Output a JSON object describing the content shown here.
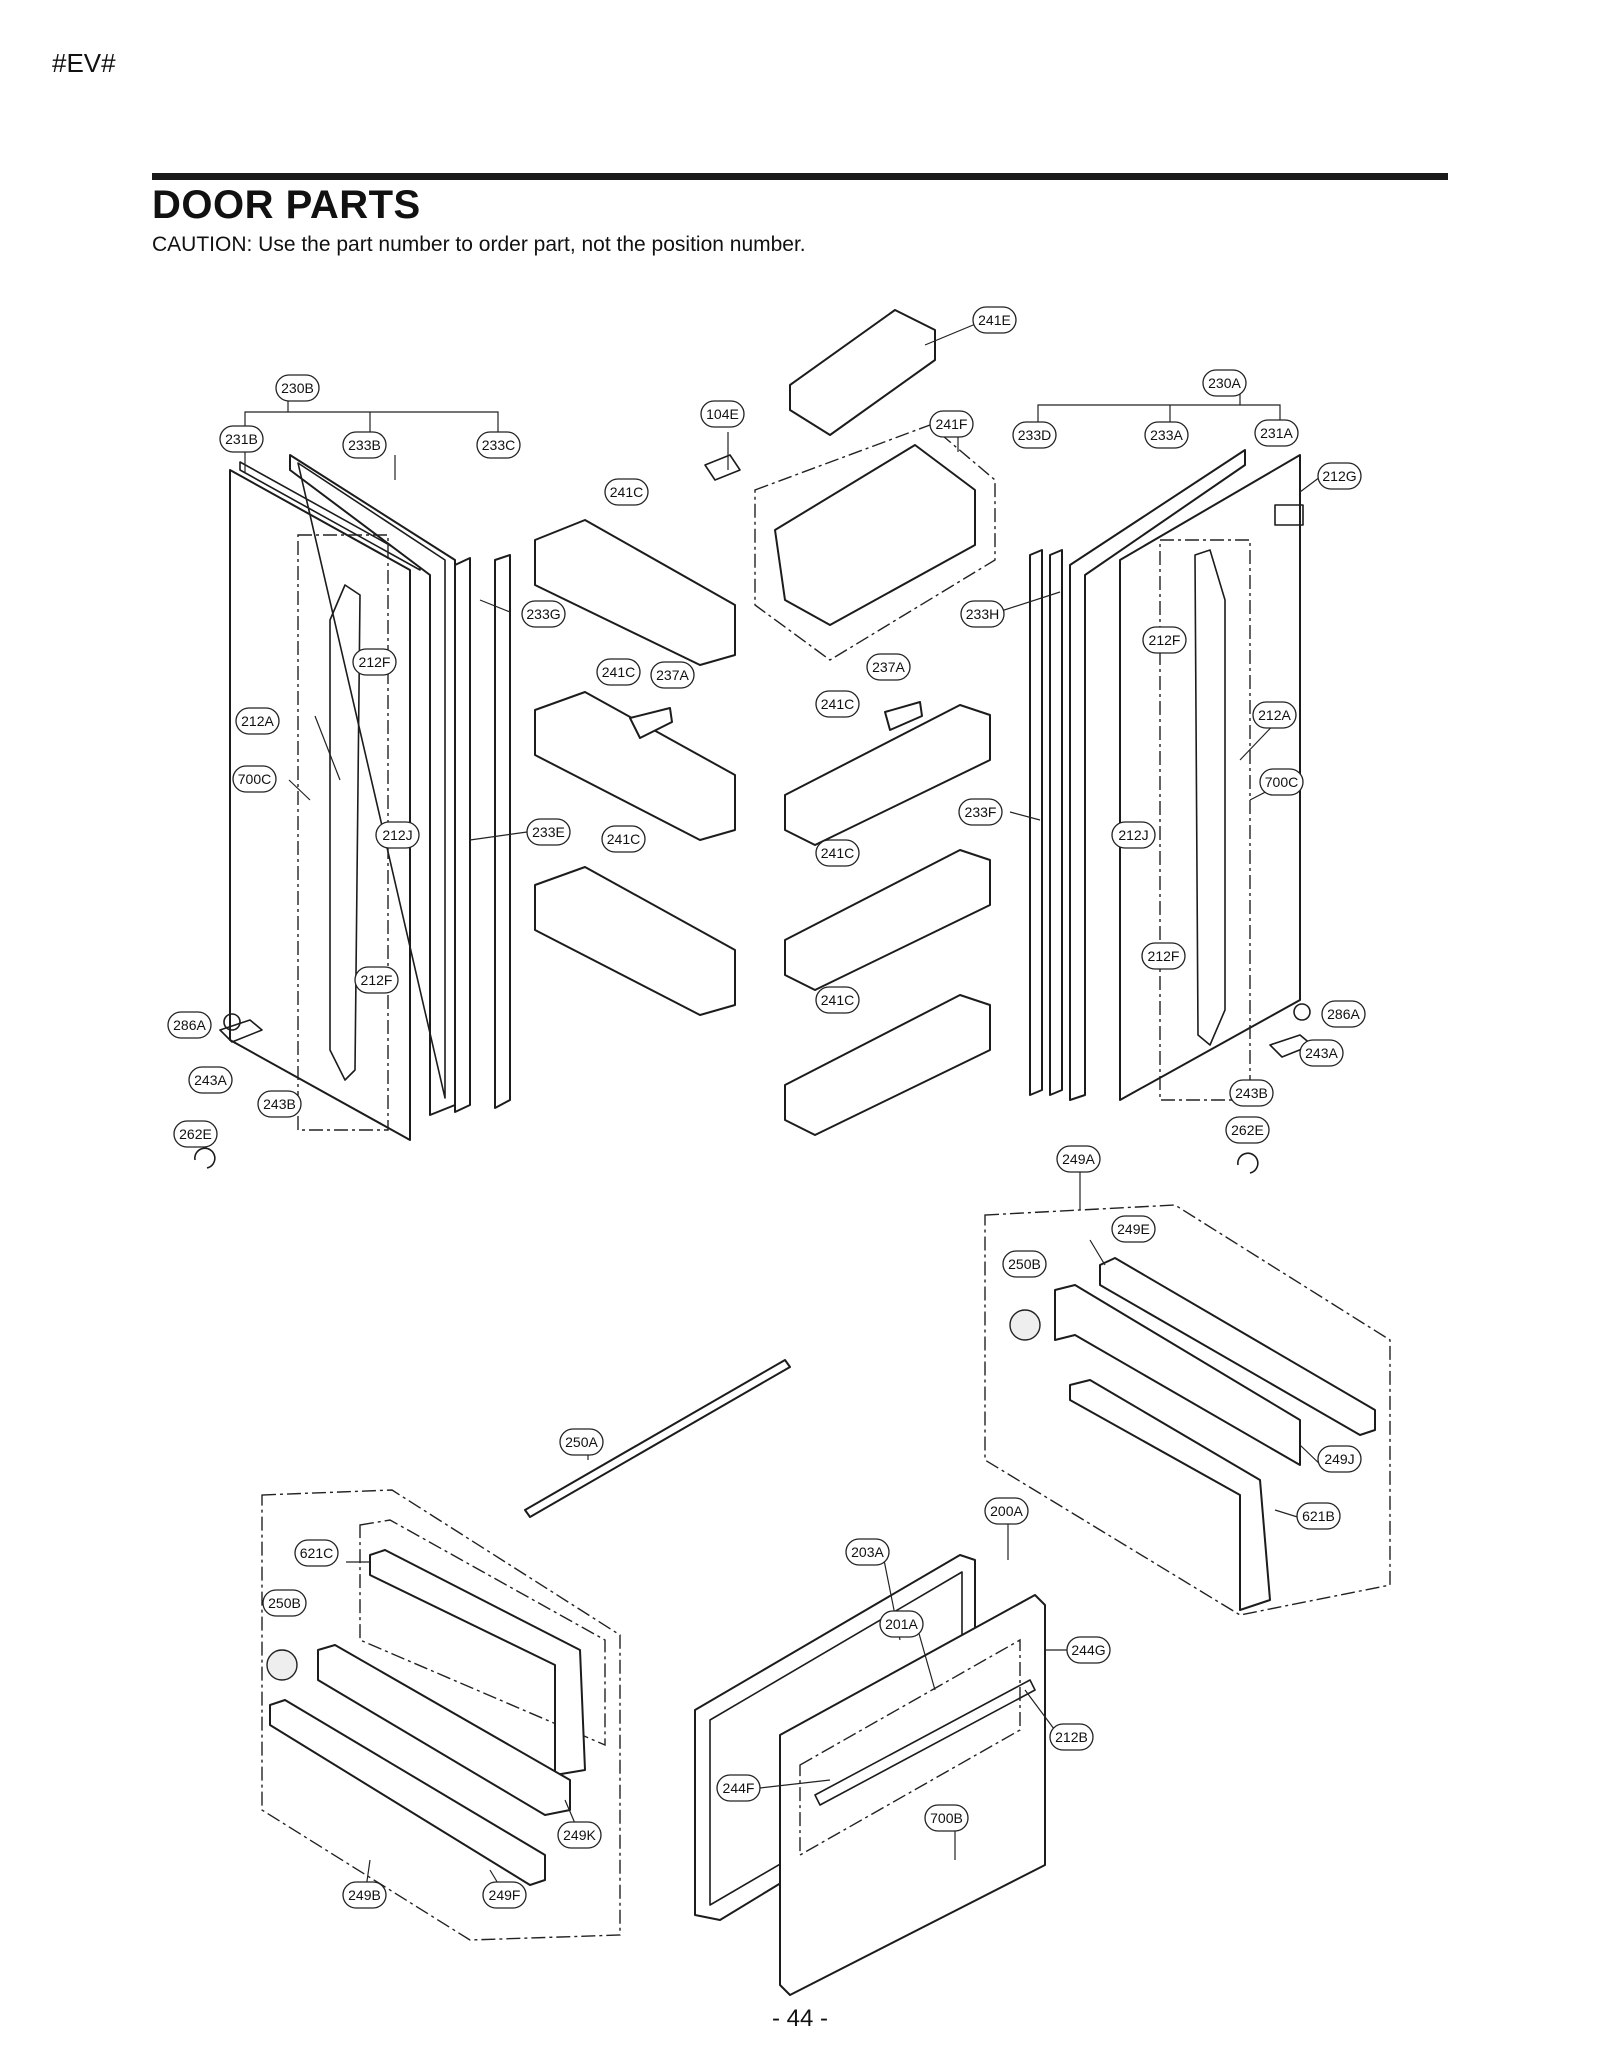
{
  "header": {
    "tag": "#EV#"
  },
  "page": {
    "title": "DOOR PARTS",
    "caution": "CAUTION: Use the part number to order part, not the position number.",
    "page_number": "- 44 -"
  },
  "labels": {
    "p241E": "241E",
    "p230B": "230B",
    "p230A": "230A",
    "p104E": "104E",
    "p241F": "241F",
    "p231B": "231B",
    "p233B": "233B",
    "p233C": "233C",
    "p233D": "233D",
    "p233A": "233A",
    "p231A": "231A",
    "p212G": "212G",
    "p241C_1": "241C",
    "p233G": "233G",
    "p233H": "233H",
    "p212F_1": "212F",
    "p212F_2": "212F",
    "p241C_2": "241C",
    "p237A_1": "237A",
    "p237A_2": "237A",
    "p241C_3": "241C",
    "p212A_L": "212A",
    "p212A_R": "212A",
    "p700C_L": "700C",
    "p700C_R": "700C",
    "p233F": "233F",
    "p212J_L": "212J",
    "p233E": "233E",
    "p241C_4": "241C",
    "p241C_5": "241C",
    "p212J_R": "212J",
    "p212F_3": "212F",
    "p212F_4": "212F",
    "p241C_6": "241C",
    "p286A_L": "286A",
    "p286A_R": "286A",
    "p243A_L": "243A",
    "p243A_R": "243A",
    "p243B_L": "243B",
    "p243B_R": "243B",
    "p262E_L": "262E",
    "p262E_R": "262E",
    "p249A": "249A",
    "p249E": "249E",
    "p250B_R": "250B",
    "p249J": "249J",
    "p621B": "621B",
    "p250A": "250A",
    "p200A": "200A",
    "p621C": "621C",
    "p203A": "203A",
    "p250B_L": "250B",
    "p201A": "201A",
    "p244G": "244G",
    "p212B": "212B",
    "p244F": "244F",
    "p700B": "700B",
    "p249K": "249K",
    "p249B": "249B",
    "p249F": "249F"
  }
}
